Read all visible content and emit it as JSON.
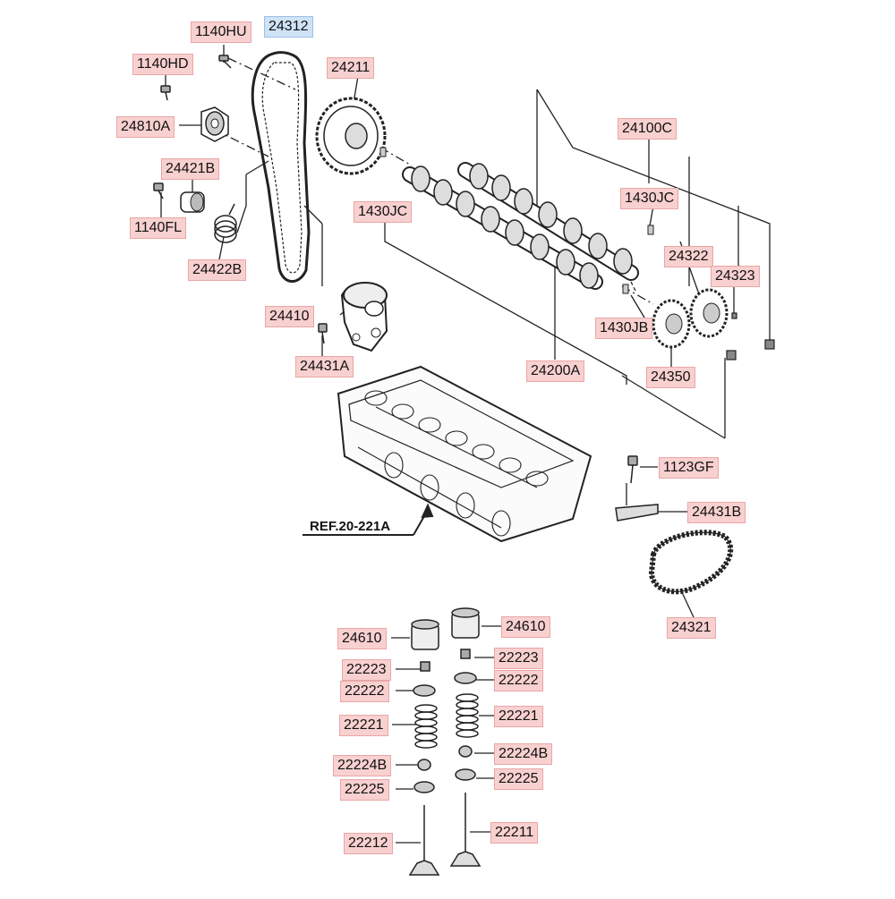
{
  "diagram": {
    "highlight_color": "#cfe3f6",
    "label_color": "#f8d0d0",
    "reference_note": "REF.20-221A",
    "callouts": {
      "c24312": "24312",
      "c1140HU": "1140HU",
      "c1140HD": "1140HD",
      "c24211": "24211",
      "c24810A": "24810A",
      "c24421B": "24421B",
      "c1140FL": "1140FL",
      "c24422B": "24422B",
      "c24100C": "24100C",
      "c1430JC_left": "1430JC",
      "c1430JC_right": "1430JC",
      "c24322": "24322",
      "c24323": "24323",
      "c24410": "24410",
      "c1430JB": "1430JB",
      "c24431A": "24431A",
      "c24200A": "24200A",
      "c24350": "24350",
      "c1123GF": "1123GF",
      "c24431B": "24431B",
      "c24321": "24321",
      "c24610_left": "24610",
      "c24610_right": "24610",
      "c22223_left": "22223",
      "c22223_right": "22223",
      "c22222_left": "22222",
      "c22222_right": "22222",
      "c22221_left": "22221",
      "c22221_right": "22221",
      "c22224B_left": "22224B",
      "c22224B_right": "22224B",
      "c22225_left": "22225",
      "c22225_right": "22225",
      "c22212": "22212",
      "c22211": "22211"
    }
  }
}
